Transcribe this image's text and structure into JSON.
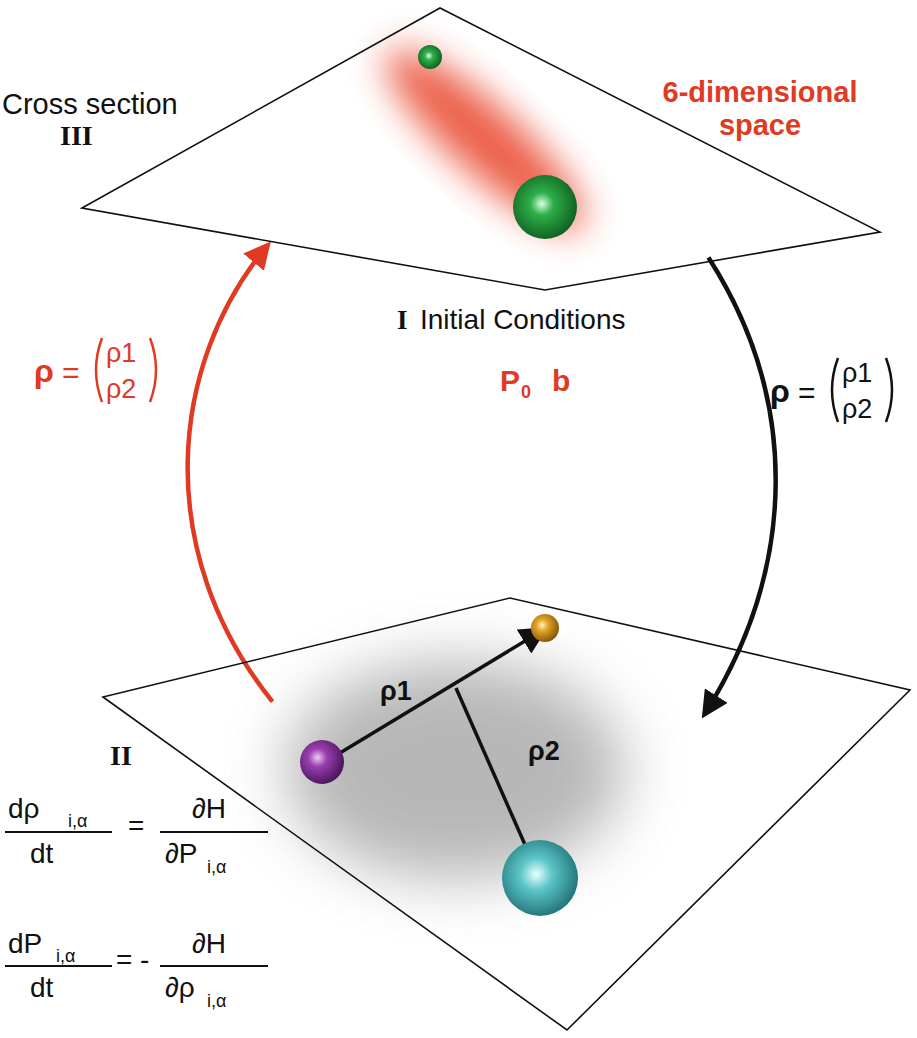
{
  "diagram": {
    "nodes": [
      {
        "text": [
          "Cross section",
          "III",
          "6-dimensional space"
        ]
      },
      {
        "text": [
          "II"
        ]
      }
    ],
    "edges": [
      {
        "from": 1,
        "to": 0,
        "arrow": "to",
        "label": "ρ"
      },
      {
        "from": 0,
        "to": 1,
        "arrow": "to",
        "label": "ρ"
      }
    ],
    "labels": [
      "I",
      "Initial Conditions",
      "P",
      "0",
      "b",
      "=",
      "ρ1",
      "ρ2",
      "=",
      "ρ1",
      "ρ2",
      "ρ1",
      "ρ2",
      "dρ",
      "i,α",
      "dt",
      "=",
      "∂H",
      "∂P",
      "i,α",
      "dP",
      "i,α",
      "dt",
      "=",
      "-",
      "∂H",
      "∂ρ",
      "i,α"
    ]
  }
}
